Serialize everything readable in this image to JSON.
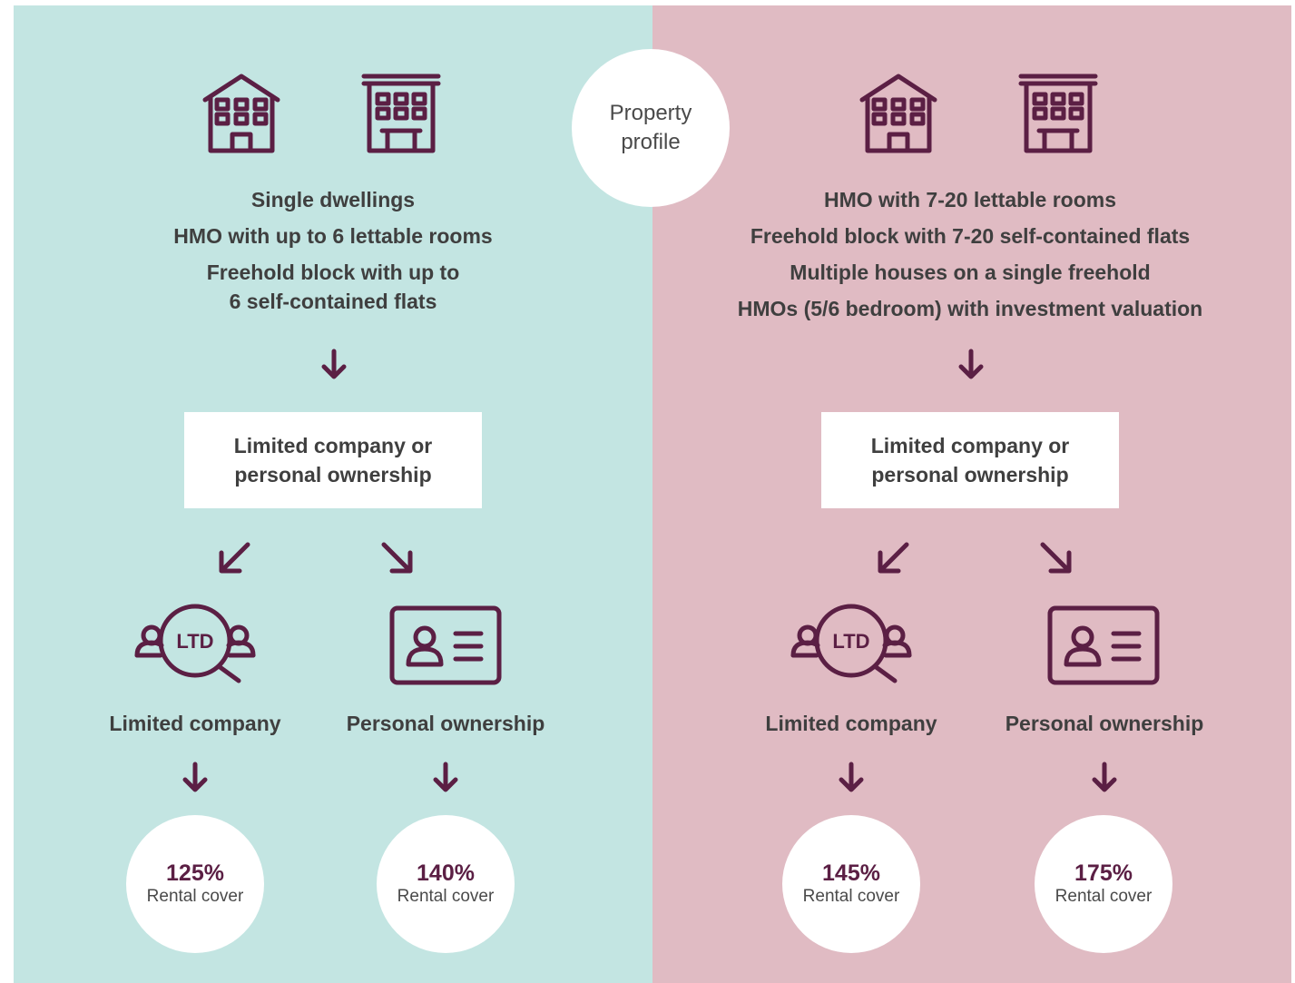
{
  "center": {
    "title_line1": "Property",
    "title_line2": "profile"
  },
  "left": {
    "property_lines": [
      "Single dwellings",
      "HMO with up to 6 lettable rooms",
      "Freehold block with up to",
      "6 self-contained flats"
    ],
    "ownership_box": [
      "Limited company or",
      "personal ownership"
    ],
    "company_label": "Limited company",
    "personal_label": "Personal ownership",
    "ltd_text": "LTD",
    "company_result": {
      "percent": "125%",
      "caption": "Rental cover"
    },
    "personal_result": {
      "percent": "140%",
      "caption": "Rental cover"
    }
  },
  "right": {
    "property_lines": [
      "HMO with 7-20 lettable rooms",
      "Freehold block with 7-20 self-contained flats",
      "Multiple houses on a single freehold",
      "HMOs (5/6 bedroom) with investment valuation"
    ],
    "ownership_box": [
      "Limited company or",
      "personal ownership"
    ],
    "company_label": "Limited company",
    "personal_label": "Personal ownership",
    "ltd_text": "LTD",
    "company_result": {
      "percent": "145%",
      "caption": "Rental cover"
    },
    "personal_result": {
      "percent": "175%",
      "caption": "Rental cover"
    }
  },
  "colors": {
    "left_panel": "#c3e5e2",
    "right_panel": "#e0bbc3",
    "accent": "#5b1f44"
  },
  "icons": [
    "house-icon",
    "office-building-icon",
    "arrow-down-icon",
    "arrow-down-left-icon",
    "arrow-down-right-icon",
    "ltd-search-icon",
    "id-card-icon"
  ]
}
